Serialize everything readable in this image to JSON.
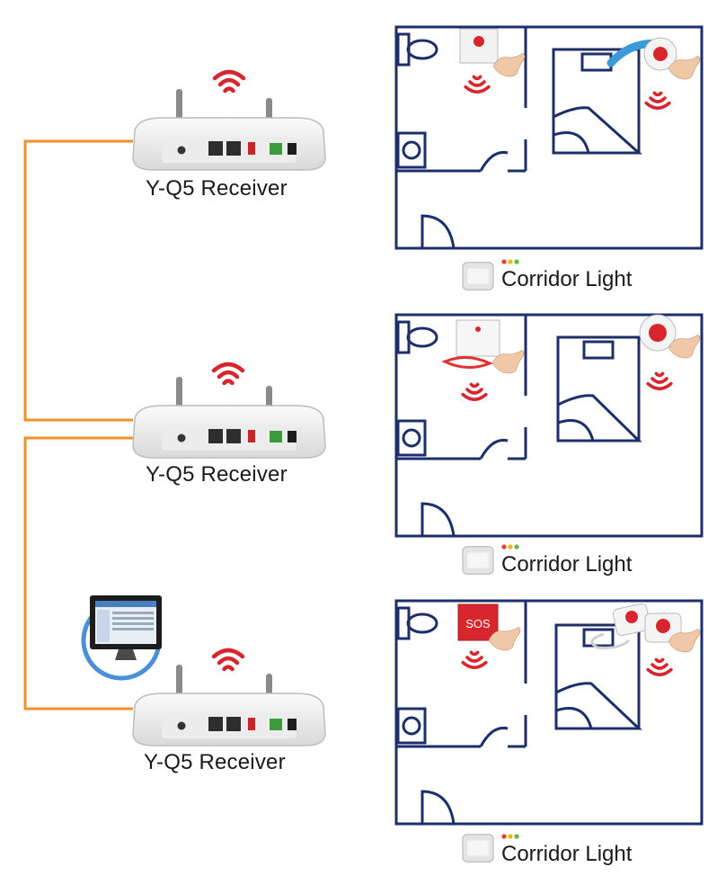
{
  "receivers": [
    {
      "label": "Y-Q5 Receiver"
    },
    {
      "label": "Y-Q5 Receiver"
    },
    {
      "label": "Y-Q5 Receiver"
    }
  ],
  "rooms": [
    {
      "corridor_label": "Corridor Light"
    },
    {
      "corridor_label": "Corridor Light"
    },
    {
      "corridor_label": "Corridor Light"
    }
  ],
  "device_text": {
    "sos_label": "SOS"
  },
  "colors": {
    "cable": "#f0912c",
    "wifi": "#d8262e",
    "floorplan": "#1c2f6b",
    "monitor_ring": "#4a90d9",
    "led_red": "#e8402a",
    "led_yellow": "#f2b705",
    "led_green": "#5bbf3a"
  },
  "icons": [
    "wifi-signal-icon",
    "receiver-device",
    "toilet-icon",
    "sink-icon",
    "bed-icon",
    "call-button-icon",
    "computer-monitor-icon",
    "corridor-light-icon"
  ]
}
